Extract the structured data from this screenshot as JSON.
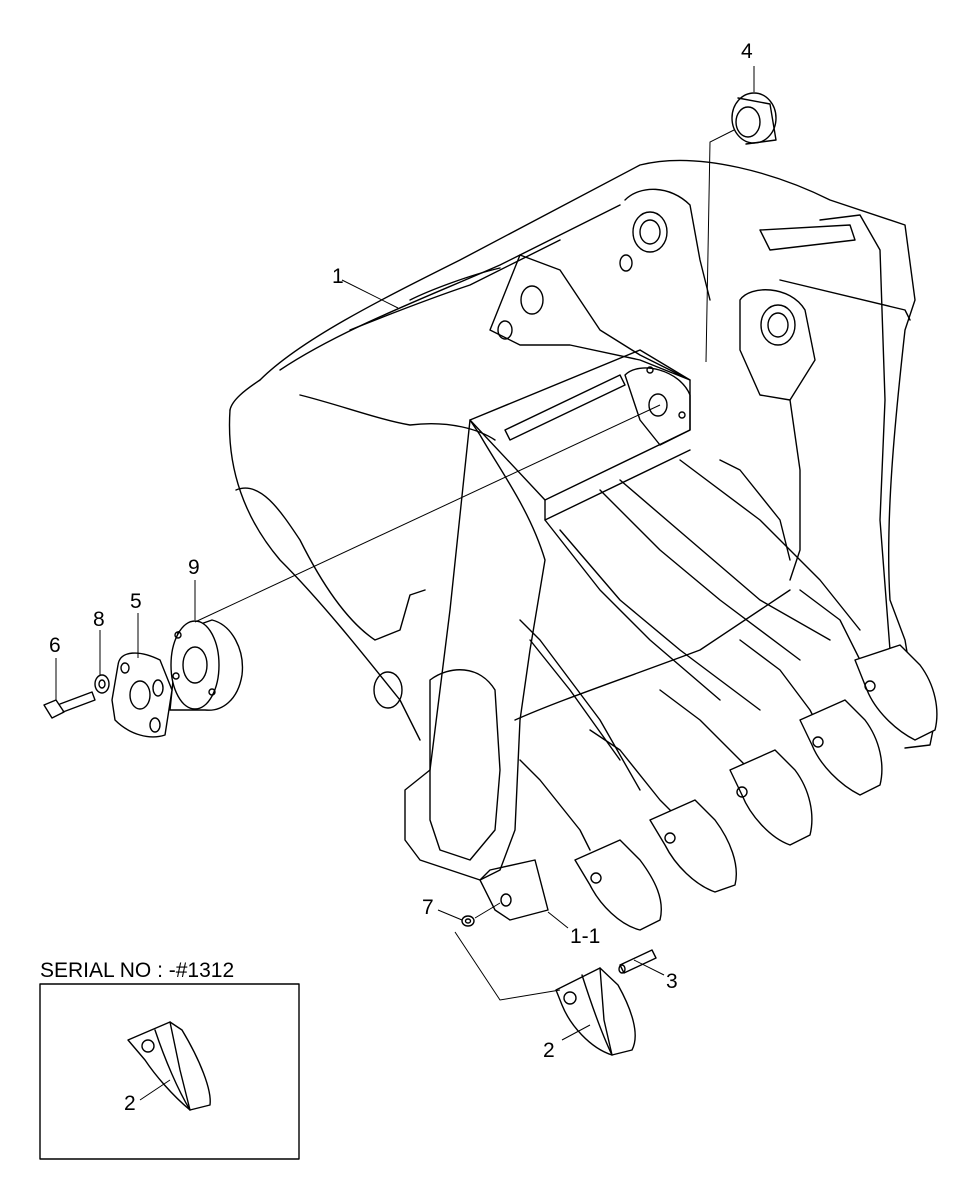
{
  "callouts": {
    "c1": "1",
    "c1_1": "1-1",
    "c2": "2",
    "c2_inset": "2",
    "c3": "3",
    "c4": "4",
    "c5": "5",
    "c6": "6",
    "c7": "7",
    "c8": "8",
    "c9": "9"
  },
  "inset": {
    "title": "SERIAL NO : -#1312"
  },
  "colors": {
    "line": "#000000",
    "background": "#ffffff"
  }
}
